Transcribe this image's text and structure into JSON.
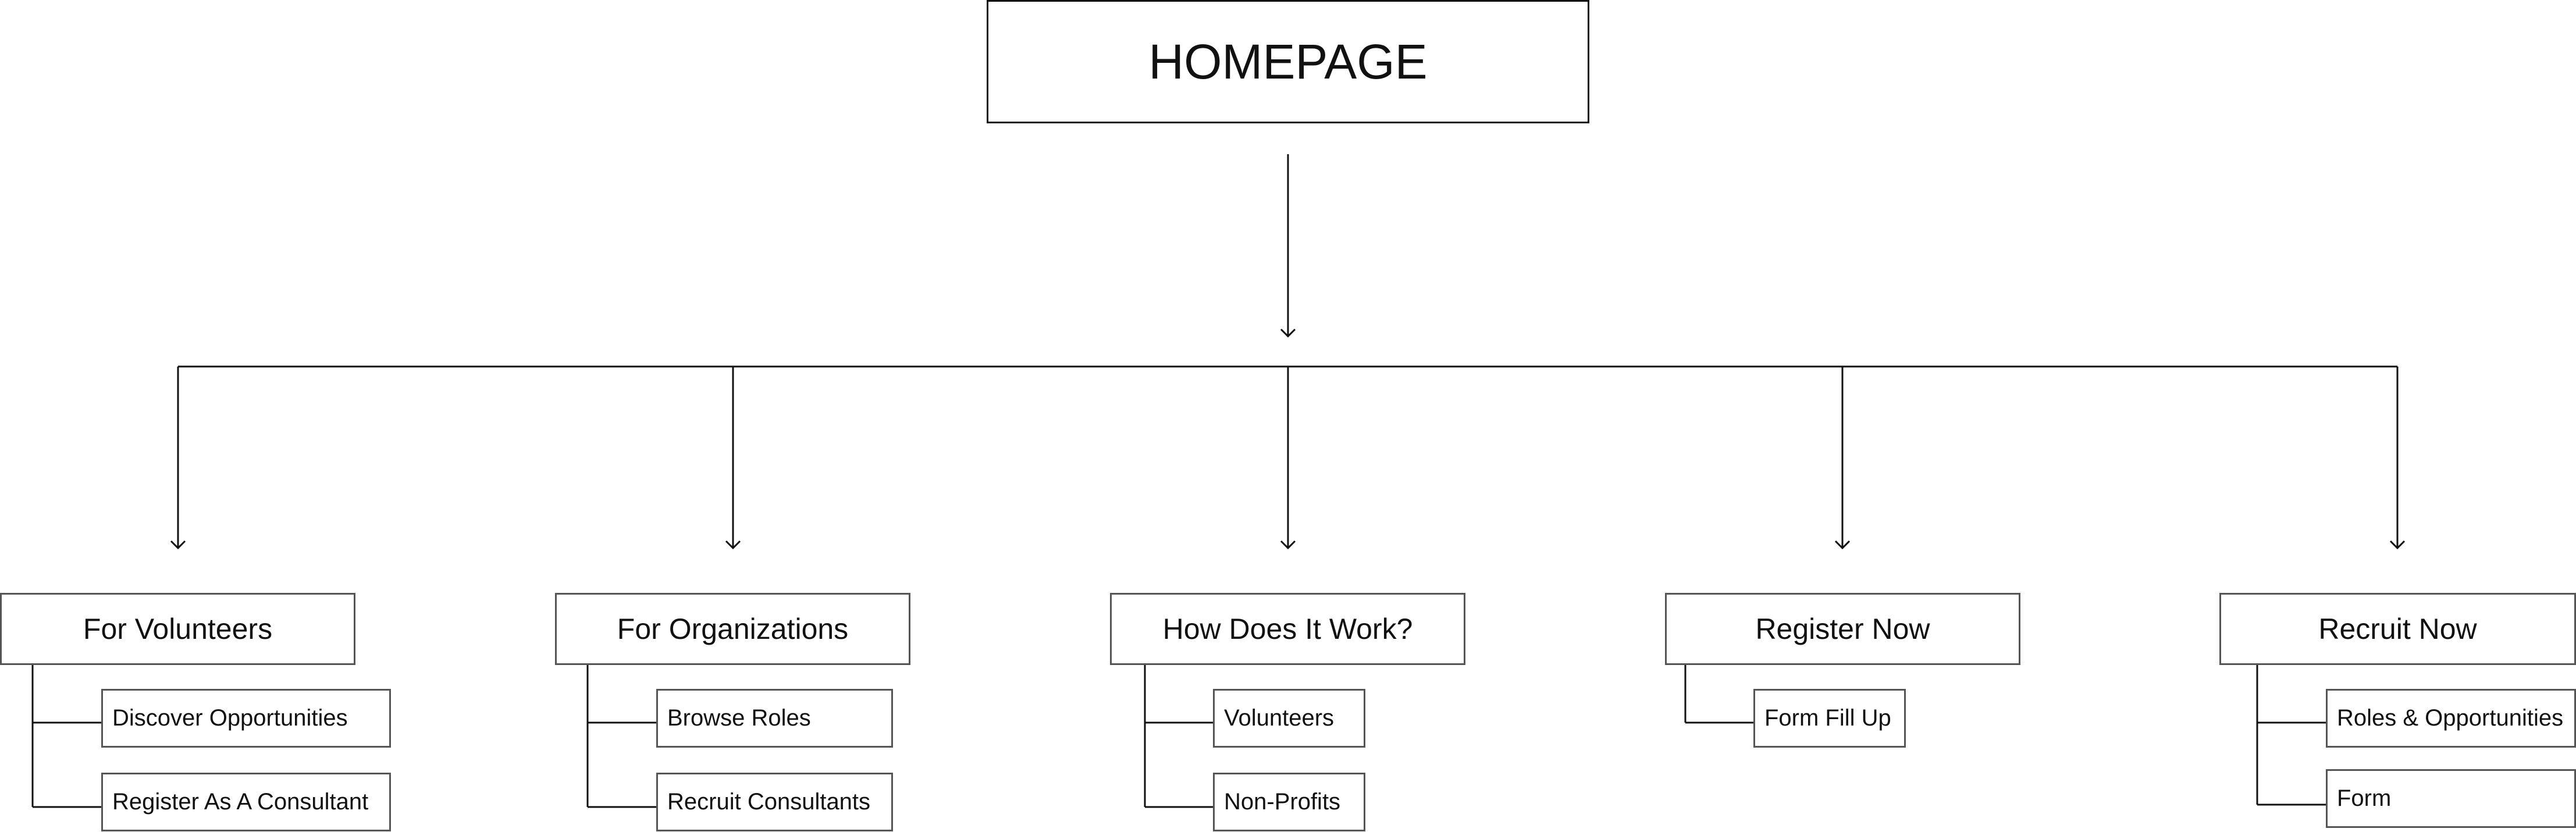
{
  "diagram": {
    "root": {
      "label": "HOMEPAGE"
    },
    "sections": [
      {
        "label": "For Volunteers",
        "children": [
          "Discover Opportunities",
          "Register As A Consultant"
        ]
      },
      {
        "label": "For Organizations",
        "children": [
          "Browse Roles",
          "Recruit Consultants"
        ]
      },
      {
        "label": "How Does It Work?",
        "children": [
          "Volunteers",
          "Non-Profits"
        ]
      },
      {
        "label": "Register Now",
        "children": [
          "Form Fill Up"
        ]
      },
      {
        "label": "Recruit Now",
        "children": [
          "Roles & Opportunities",
          "Form"
        ]
      }
    ]
  }
}
